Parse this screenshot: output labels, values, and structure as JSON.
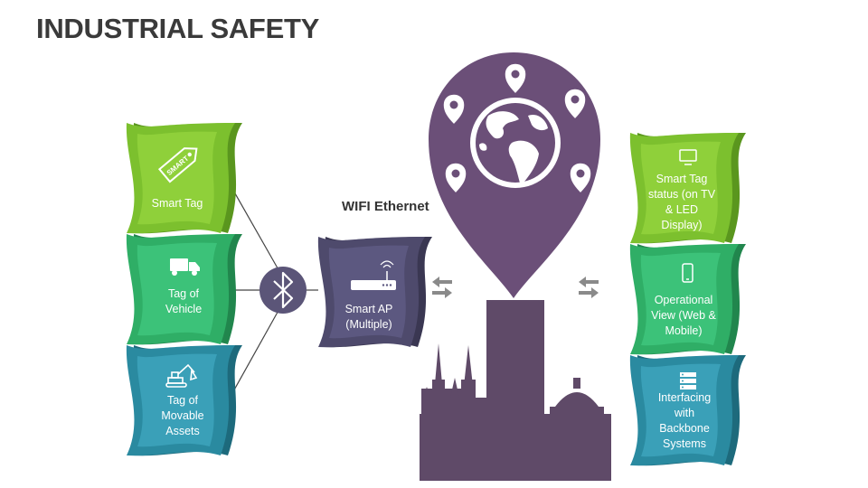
{
  "title": "INDUSTRIAL SAFETY",
  "network_label": "WIFI Ethernet",
  "left_tiles": [
    {
      "label": "Smart Tag",
      "icon": "smart-tag-icon",
      "tag_text": "SMART",
      "color": "#7cc02e"
    },
    {
      "label": "Tag of Vehicle",
      "icon": "truck-icon",
      "color": "#2fae66"
    },
    {
      "label": "Tag of Movable Assets",
      "icon": "excavator-icon",
      "color": "#2a8aa0"
    }
  ],
  "hub": {
    "icon": "bluetooth-icon",
    "color": "#5b5578"
  },
  "access_point": {
    "label": "Smart AP (Multiple)",
    "icon": "router-icon",
    "color": "#4e4a6c"
  },
  "center": {
    "pin_icon": "globe-location-pin-icon",
    "skyline_icon": "city-skyline-icon",
    "color": "#6b4f78"
  },
  "exchange_icons": [
    "exchange-arrows-icon",
    "exchange-arrows-icon"
  ],
  "right_tiles": [
    {
      "label": "Smart Tag status (on TV & LED Display)",
      "icon": "monitor-icon",
      "color": "#7cc02e"
    },
    {
      "label": "Operational View (Web & Mobile)",
      "icon": "mobile-phone-icon",
      "color": "#2fae66"
    },
    {
      "label": "Interfacing with Backbone Systems",
      "icon": "server-icon",
      "color": "#2a8aa0"
    }
  ]
}
